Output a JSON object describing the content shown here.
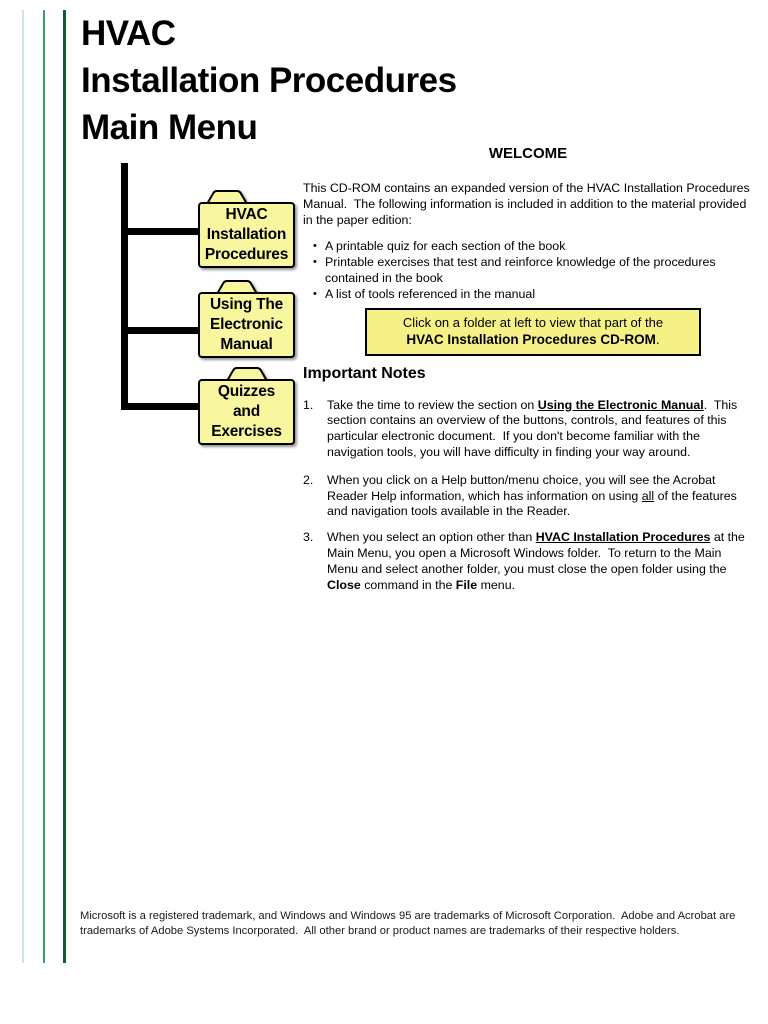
{
  "title": {
    "lines": [
      "HVAC",
      "Installation Procedures",
      "Main Menu"
    ]
  },
  "colors": {
    "accent_green_light": "#c8ebd8",
    "accent_green_mid": "#36a169",
    "accent_green_dark": "#0d5e33",
    "folder_fill": "#f9f6a0",
    "callout_fill": "#f6f187",
    "line_black": "#000000"
  },
  "menu": {
    "folders": [
      {
        "lines": [
          "HVAC",
          "Installation",
          "Procedures"
        ]
      },
      {
        "lines": [
          "Using The",
          "Electronic",
          "Manual"
        ]
      },
      {
        "lines": [
          "Quizzes",
          "and",
          "Exercises"
        ]
      }
    ]
  },
  "welcome": {
    "heading": "WELCOME",
    "intro": "This CD-ROM contains an expanded version of the HVAC Installation Procedures Manual.  The following information is included in addition to the material provided in the paper edition:",
    "bullets": [
      "A printable quiz for each section of the book",
      "Printable exercises that test and reinforce knowledge of the procedures contained in the book",
      "A list of tools referenced in the manual"
    ],
    "bullet_marker": "•",
    "callout": {
      "line1": "Click on a folder at left to view that part of the",
      "line2_bold": "HVAC Installation Procedures CD-ROM",
      "line2_tail": "."
    }
  },
  "notes": {
    "heading": "Important Notes",
    "items": [
      {
        "number": "1.",
        "segments": [
          {
            "t": "Take the time to review the section on "
          },
          {
            "t": "Using the Electronic Manual",
            "b": true,
            "u": true
          },
          {
            "t": ".  This section contains an overview of the buttons, controls, and features of this particular electronic document.  If you don't become familiar with the navigation tools, you will have difficulty in finding your way around."
          }
        ]
      },
      {
        "number": "2.",
        "segments": [
          {
            "t": "When you click on a Help button/menu choice, you will see the Acrobat Reader Help information, which has information on using "
          },
          {
            "t": "all",
            "u": true
          },
          {
            "t": " of the features and navigation tools available in the Reader."
          }
        ]
      },
      {
        "number": "3.",
        "segments": [
          {
            "t": "When you select an option other than "
          },
          {
            "t": "HVAC Installation Procedures",
            "b": true,
            "u": true
          },
          {
            "t": " at the Main Menu, you open a Microsoft Windows folder.  To return to the Main Menu and select another folder, you must close the open folder using the "
          },
          {
            "t": "Close",
            "b": true
          },
          {
            "t": " command in the "
          },
          {
            "t": "File",
            "b": true
          },
          {
            "t": " menu."
          }
        ]
      }
    ]
  },
  "footer": {
    "text": "Microsoft is a registered trademark, and Windows and Windows 95 are trademarks of Microsoft Corporation.  Adobe and Acrobat are trademarks of Adobe Systems Incorporated.  All other brand or product names are trademarks of their respective holders."
  }
}
